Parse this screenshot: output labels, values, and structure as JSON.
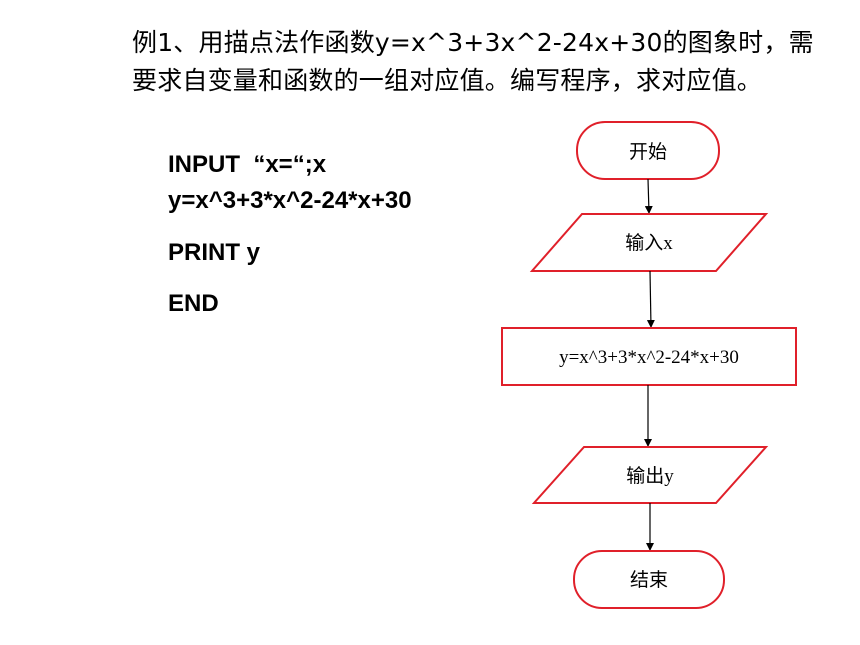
{
  "problem": {
    "line1": "例1、用描点法作函数y=x^3+3x^2-24x+30的图象时，需",
    "line2": "要求自变量和函数的一组对应值。编写程序，求对应值。"
  },
  "program": {
    "lines": [
      "INPUT  “x=“;x",
      "y=x^3+3*x^2-24*x+30",
      "PRINT y",
      "END"
    ]
  },
  "flowchart": {
    "start": "开始",
    "input": "输入x",
    "process": "y=x^3+3*x^2-24*x+30",
    "output": "输出y",
    "end": "结束"
  },
  "colors": {
    "shape_stroke": "#e0202a",
    "arrow": "#000000"
  }
}
